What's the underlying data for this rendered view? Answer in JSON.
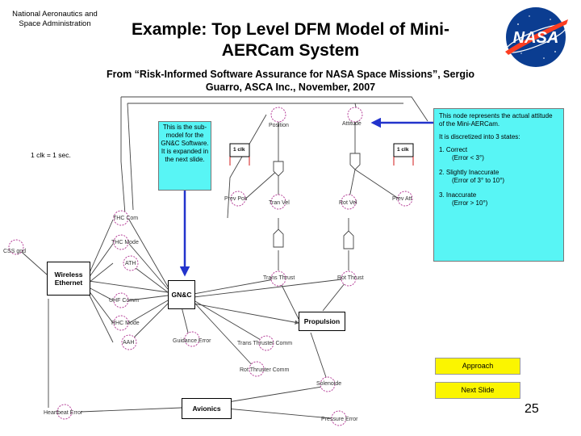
{
  "header": {
    "agency_line1": "National Aeronautics and",
    "agency_line2": "Space Administration",
    "title_line1": "Example: Top Level DFM Model of Mini-",
    "title_line2": "AERCam System",
    "subtitle_line1": "From “Risk-Informed Software Assurance for NASA Space Missions”, Sergio",
    "subtitle_line2": "Guarro, ASCA Inc., November, 2007",
    "logo_text": "NASA"
  },
  "diagram": {
    "clock_label": "1 clk = 1 sec.",
    "clk_tag": "1 clk",
    "nodes": {
      "position": "Position",
      "attitude": "Attitude",
      "prev_pos": "Prev Pos",
      "tran_vel": "Tran Vel",
      "rot_vel": "Rot Vel",
      "prev_att": "Prev Att",
      "thc_com": "THC Com",
      "thc_mode": "THC Mode",
      "ath": "ATH",
      "css_gnd": "CSS gnd",
      "uhf_comm": "UHF Comm",
      "rhc_mode": "RHC Mode",
      "aah": "AAH",
      "trans_thrust": "Trans Thrust",
      "rot_thrust": "Rot Thrust",
      "guidance_error": "Guidance Error",
      "trans_thruster_comm": "Trans Thruster Comm",
      "rot_thruster_comm": "Rot Thruster Comm",
      "solenoid": "Solenoide",
      "heartbeat_error": "Heartbeat Error",
      "pressure_error": "Pressure Error"
    },
    "components": {
      "wireless": "Wireless Ethernet",
      "gnc": "GN&C",
      "propulsion": "Propulsion",
      "avionics": "Avionics"
    },
    "subnote": "This is the sub-model for the GN&C Software. It is expanded in the next slide.",
    "attnote": {
      "p1": "This node represents the actual attitude of the Mini-AERCam.",
      "p2": "It is discretized into 3 states:",
      "s1a": "1. Correct",
      "s1b": "(Error < 3°)",
      "s2a": "2. Slightly Inaccurate",
      "s2b": "(Error of 3° to 10°)",
      "s3a": "3. Inaccurate",
      "s3b": "(Error > 10°)"
    }
  },
  "nav": {
    "approach": "Approach",
    "next_slide": "Next Slide"
  },
  "page_number": "25",
  "colors": {
    "note_bg": "#58f5f5",
    "button_bg": "#fbf500",
    "arrow_blue": "#2233cc",
    "node_circle": "#b03090",
    "nasa_blue": "#0b3d91",
    "nasa_red": "#fc3d21"
  }
}
